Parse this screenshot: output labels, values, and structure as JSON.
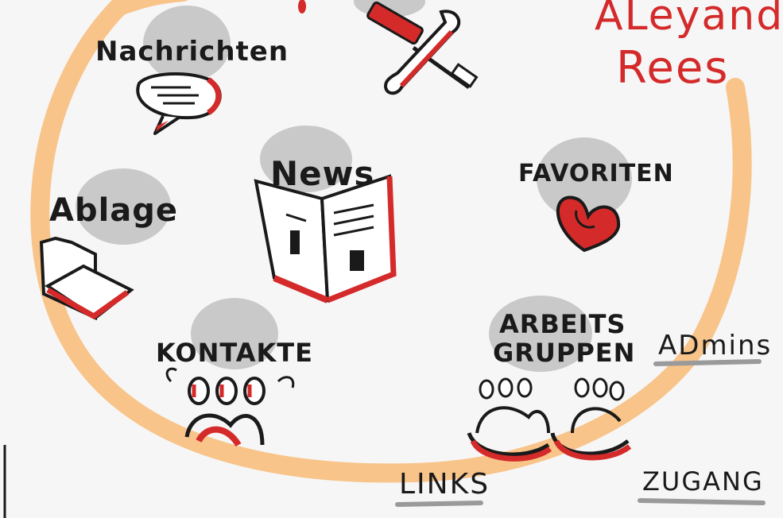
{
  "author": {
    "line1": "ALeyande",
    "line2": "Rees"
  },
  "colors": {
    "ring": "#f8c48a",
    "accent": "#d42a2a",
    "blob": "#c9c9c9",
    "ink": "#1a1a1a",
    "underline": "#9a9a9a"
  },
  "nodes": {
    "nachrichten": {
      "label": "Nachrichten",
      "icon": "speech-bubble-icon"
    },
    "tools": {
      "icon": "wrench-screwdriver-icon"
    },
    "news": {
      "label": "News",
      "icon": "newspaper-icon"
    },
    "favoriten": {
      "label": "FAVORITEN",
      "icon": "heart-icon"
    },
    "ablage": {
      "label": "Ablage",
      "icon": "folder-icon"
    },
    "kontakte": {
      "label": "KONTAKTE",
      "icon": "people-icon"
    },
    "arbeitsgruppen": {
      "label_line1": "ARBEITS",
      "label_line2": "GRUPPEN",
      "icon": "groups-icon"
    }
  },
  "side_links": {
    "admins": {
      "label": "ADmins"
    },
    "links": {
      "label": "LINKS"
    },
    "zugang": {
      "label": "ZUGANG"
    }
  }
}
